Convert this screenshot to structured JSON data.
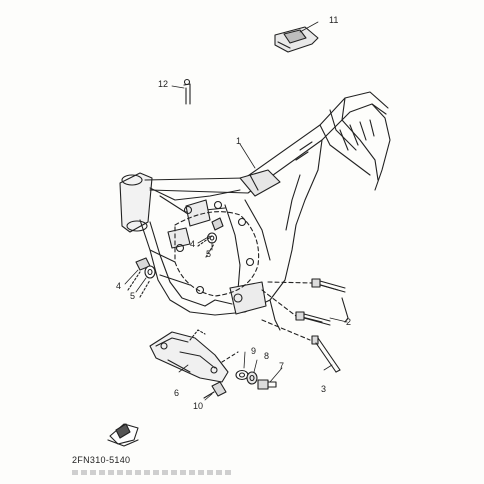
{
  "callouts": {
    "c1": "1",
    "c2": "2",
    "c3": "3",
    "c4a": "4",
    "c4b": "4",
    "c5a": "5",
    "c5b": "5",
    "c6": "6",
    "c7": "7",
    "c8": "8",
    "c9": "9",
    "c10": "10",
    "c11": "11",
    "c12": "12"
  },
  "part_code": "2FN310-5140"
}
